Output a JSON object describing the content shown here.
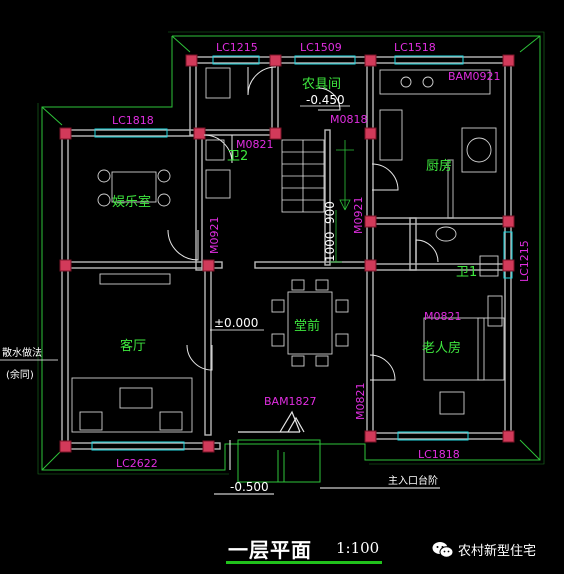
{
  "plan": {
    "windows": {
      "lc1215_top": "LC1215",
      "lc1509": "LC1509",
      "lc1518": "LC1518",
      "lc1818_left": "LC1818",
      "lc1215_right": "LC1215",
      "lc2622": "LC2622",
      "lc1818_bottom": "LC1818"
    },
    "doors": {
      "bam0921": "BAM0921",
      "m0821_wc2": "M0821",
      "m0818": "M0818",
      "m0921_left": "M0921",
      "m0921_mid": "M0921",
      "m0821_bed": "M0821",
      "m0821_living": "M0821",
      "bam1827": "BAM1827"
    },
    "rooms": {
      "storage": "农具间",
      "kitchen": "厨房",
      "wc2": "卫2",
      "wc1": "卫1",
      "entertainment": "娱乐室",
      "living": "客厅",
      "hall": "堂前",
      "elder_bedroom": "老人房"
    },
    "levels": {
      "storage_level": "-0.450",
      "hall_level": "±0.000",
      "outside_level": "-0.500"
    },
    "dimensions": {
      "d1000": "1000",
      "d900": "900"
    },
    "notes": {
      "drainage_line1": "散水做法",
      "drainage_line2": "(余同)",
      "entrance_steps": "主入口台阶"
    }
  },
  "caption": {
    "title": "一层平面",
    "scale": "1:100",
    "source": "农村新型住宅"
  },
  "colors": {
    "wall": "#b9b9b9",
    "column": "#d23a5a",
    "room_label": "#3ee73e",
    "annotation": "#e02ee0",
    "window": "#1fd7e0",
    "level_text": "#ffffff",
    "accent_green": "#21c21c"
  }
}
